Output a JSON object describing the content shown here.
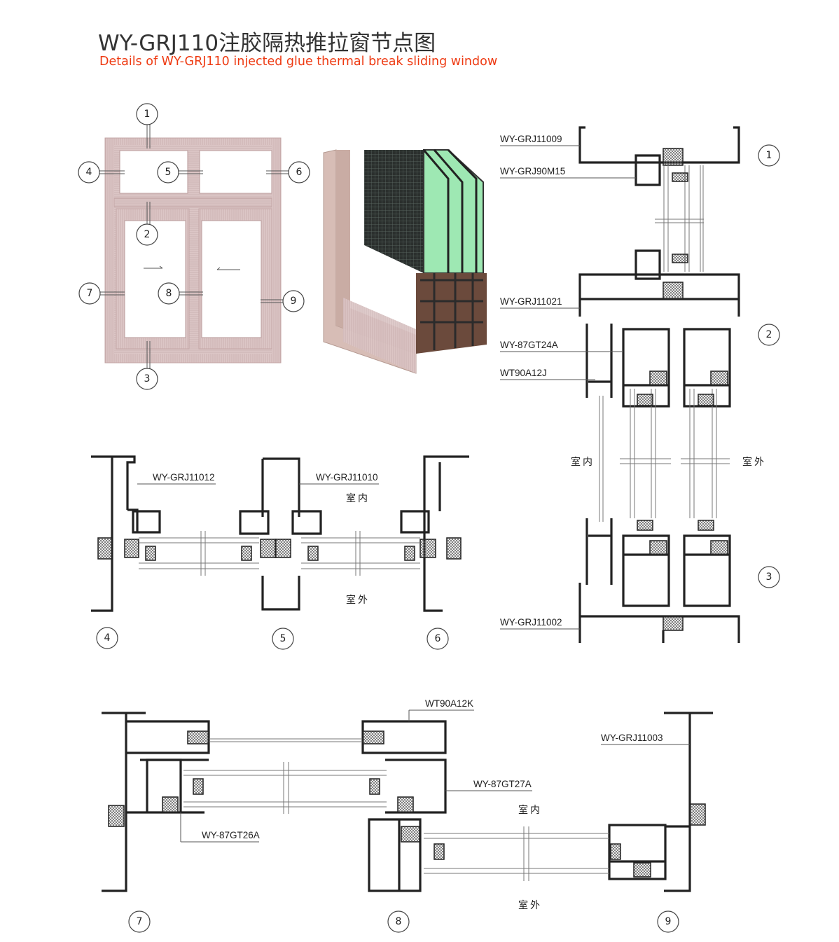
{
  "header": {
    "title": "WY-GRJ110注胶隔热推拉窗节点图",
    "subtitle": "Details of WY-GRJ110 injected glue thermal break sliding window"
  },
  "callouts": [
    "1",
    "2",
    "3",
    "4",
    "5",
    "6",
    "7",
    "8",
    "9"
  ],
  "vertical_section": {
    "labels": [
      "WY-GRJ11009",
      "WY-GRJ90M15",
      "WY-GRJ11021",
      "WY-87GT24A",
      "WT90A12J",
      "WY-GRJ11002"
    ],
    "indoor": "室内",
    "outdoor": "室外"
  },
  "horizontal_section_top": {
    "labels": [
      "WY-GRJ11012",
      "WY-GRJ11010"
    ],
    "indoor": "室内",
    "outdoor": "室外"
  },
  "horizontal_section_bottom": {
    "labels": [
      "WT90A12K",
      "WY-GRJ11003",
      "WY-87GT27A",
      "WY-87GT26A"
    ],
    "indoor": "室内",
    "outdoor": "室外"
  },
  "colors": {
    "title": "#333333",
    "subtitle": "#ee3a12",
    "wood": "#d9c3c3",
    "glass": "#8fe0a8"
  }
}
